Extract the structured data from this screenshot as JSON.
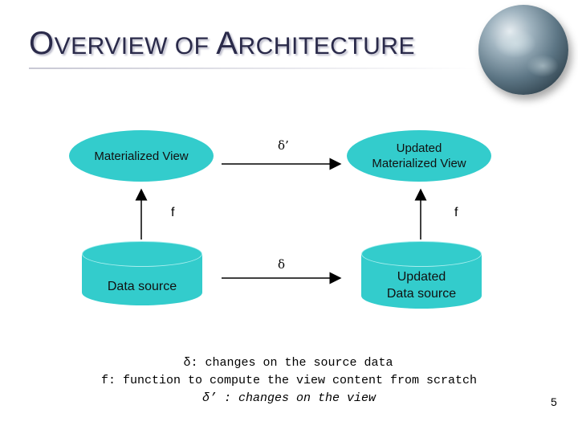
{
  "title": {
    "first_letter_1": "O",
    "rest_1": "VERVIEW OF ",
    "first_letter_2": "A",
    "rest_2": "RCHITECTURE"
  },
  "diagram": {
    "mv_label": "Materialized View",
    "updated_mv_label": "Updated Materialized View",
    "ds_label": "Data source",
    "updated_ds_label": "Updated Data source",
    "f_left": "f",
    "f_right": "f",
    "delta_prime": "δ’",
    "delta": "δ"
  },
  "legend": {
    "line1": "δ: changes on the source data",
    "line2": "f: function to compute the view content from scratch",
    "line3": "δ’ : changes on the view"
  },
  "page_number": "5",
  "colors": {
    "node_fill": "#33cccc",
    "title_text": "#2a2a4a"
  }
}
